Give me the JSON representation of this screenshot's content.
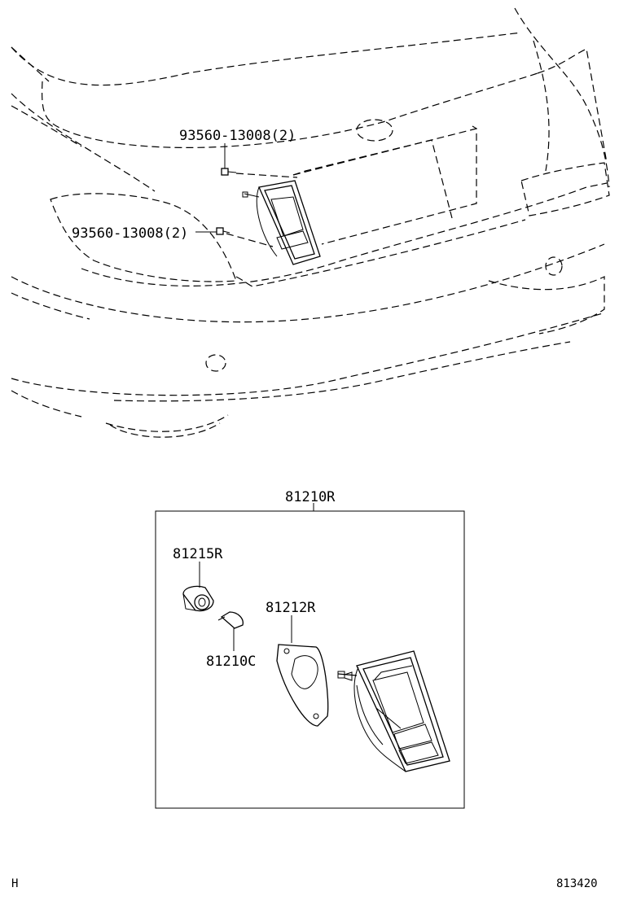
{
  "diagram": {
    "labels": {
      "screw_upper": "93560-13008(2)",
      "screw_lower": "93560-13008(2)",
      "assembly": "81210R",
      "socket": "81215R",
      "bulb": "81210C",
      "gasket": "81212R"
    },
    "footer": {
      "left_code": "H",
      "right_code": "813420"
    }
  }
}
